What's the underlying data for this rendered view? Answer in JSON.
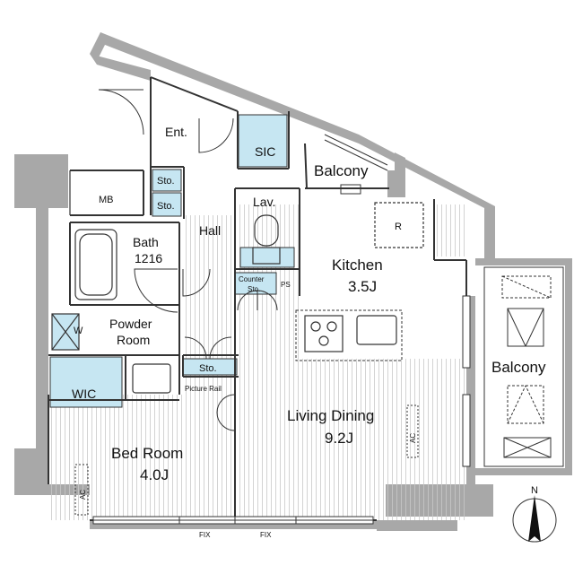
{
  "floor_plan": {
    "rooms": {
      "entrance": "Ent.",
      "sic": "SIC",
      "balcony_north": "Balcony",
      "meter_box": "MB",
      "storage_1": "Sto.",
      "storage_2": "Sto.",
      "hall": "Hall",
      "lavatory": "Lav.",
      "kitchen_name": "Kitchen",
      "kitchen_size": "3.5J",
      "refrigerator": "R",
      "bath_name": "Bath",
      "bath_size": "1216",
      "counter_storage_line1": "Counter",
      "counter_storage_line2": "Sto.",
      "pipe_space": "PS",
      "powder_room_line1": "Powder",
      "powder_room_line2": "Room",
      "washer": "W",
      "walk_in_closet": "WIC",
      "storage_3": "Sto.",
      "picture_rail": "Picture Rail",
      "living_dining_name": "Living Dining",
      "living_dining_size": "9.2J",
      "bedroom_name": "Bed Room",
      "bedroom_size": "4.0J",
      "balcony_east": "Balcony",
      "ac_living": "AC",
      "ac_bedroom": "AC",
      "fix_1": "FIX",
      "fix_2": "FIX"
    },
    "compass": {
      "label": "N"
    },
    "colors": {
      "wall": "#a8a8a8",
      "storage_fill": "#c6e6f2",
      "line": "#333333",
      "background": "#ffffff"
    }
  }
}
